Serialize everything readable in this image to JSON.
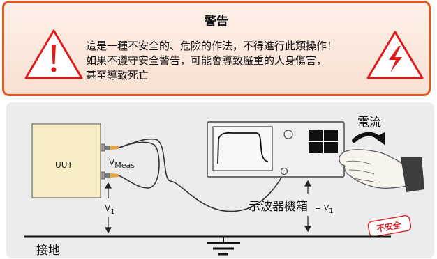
{
  "warning": {
    "title": "警告",
    "lines": [
      "這是一種不安全的、危險的作法，不得進行此類操作！",
      "如果不遵守安全警告，可能會導致嚴重的人身傷害，",
      "甚至導致死亡"
    ]
  },
  "diagram": {
    "uut_label": "UUT",
    "vmeas_main": "V",
    "vmeas_sub": "Meas",
    "v1_main": "V",
    "v1_sub": "1",
    "current_label": "電流",
    "chassis_label": "示波器機箱",
    "chassis_eq": "= V",
    "chassis_sub": "1",
    "ground_label": "接地",
    "unsafe_stamp": "不安全"
  },
  "colors": {
    "warning_border": "#e2571f",
    "warning_fill": "#f9e0d2",
    "icon_red": "#e01b1b",
    "stamp_red": "#d6262a",
    "probe_tip": "#e8a33c"
  },
  "icons": {
    "left": "exclamation-triangle-icon",
    "right": "lightning-triangle-icon"
  }
}
